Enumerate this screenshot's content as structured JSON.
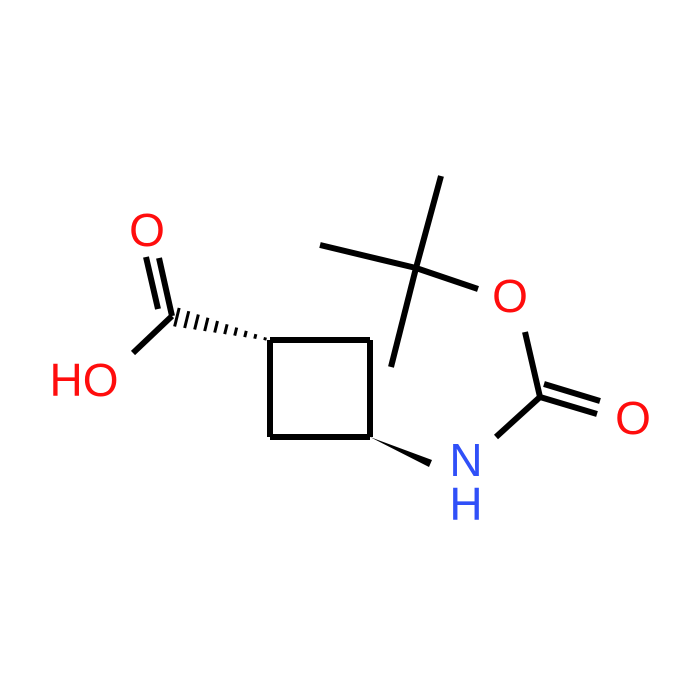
{
  "molecule": {
    "atoms": {
      "carbonyl_o_acid": {
        "symbol": "O",
        "color": "#ff0d0d"
      },
      "hydroxyl": {
        "symbol": "HO",
        "color": "#ff0d0d"
      },
      "ester_o": {
        "symbol": "O",
        "color": "#ff0d0d"
      },
      "carbonyl_o_boc": {
        "symbol": "O",
        "color": "#ff0d0d"
      },
      "amide_n": {
        "symbol": "N",
        "color": "#3050f8"
      },
      "amide_h": {
        "symbol": "H",
        "color": "#3050f8"
      }
    },
    "bond_color": "#000000"
  }
}
